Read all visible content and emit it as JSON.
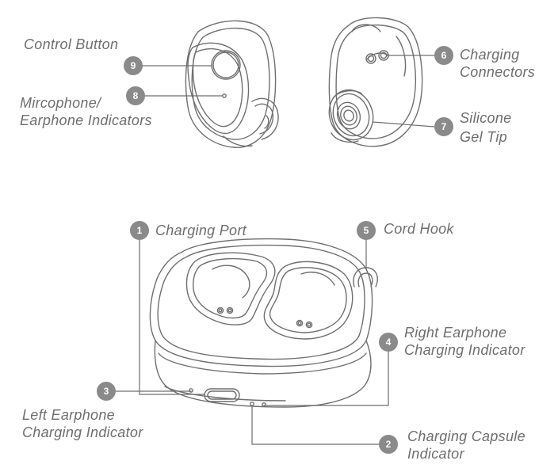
{
  "callouts": [
    {
      "num": "1",
      "lines": [
        "Charging Port"
      ]
    },
    {
      "num": "2",
      "lines": [
        "Charging Capsule",
        "Indicator"
      ]
    },
    {
      "num": "3",
      "lines": [
        "Left Earphone",
        "Charging Indicator"
      ]
    },
    {
      "num": "4",
      "lines": [
        "Right Earphone",
        "Charging Indicator"
      ]
    },
    {
      "num": "5",
      "lines": [
        "Cord Hook"
      ]
    },
    {
      "num": "6",
      "lines": [
        "Charging",
        "Connectors"
      ]
    },
    {
      "num": "7",
      "lines": [
        "Silicone",
        "Gel Tip"
      ]
    },
    {
      "num": "8",
      "lines": [
        "Mircophone/",
        "Earphone Indicators"
      ]
    },
    {
      "num": "9",
      "lines": [
        "Control Button"
      ]
    }
  ],
  "colors": {
    "line": "#6f6f6f",
    "badge": "#8a8a8a",
    "text": "#6e6e6e",
    "background": "#ffffff"
  }
}
